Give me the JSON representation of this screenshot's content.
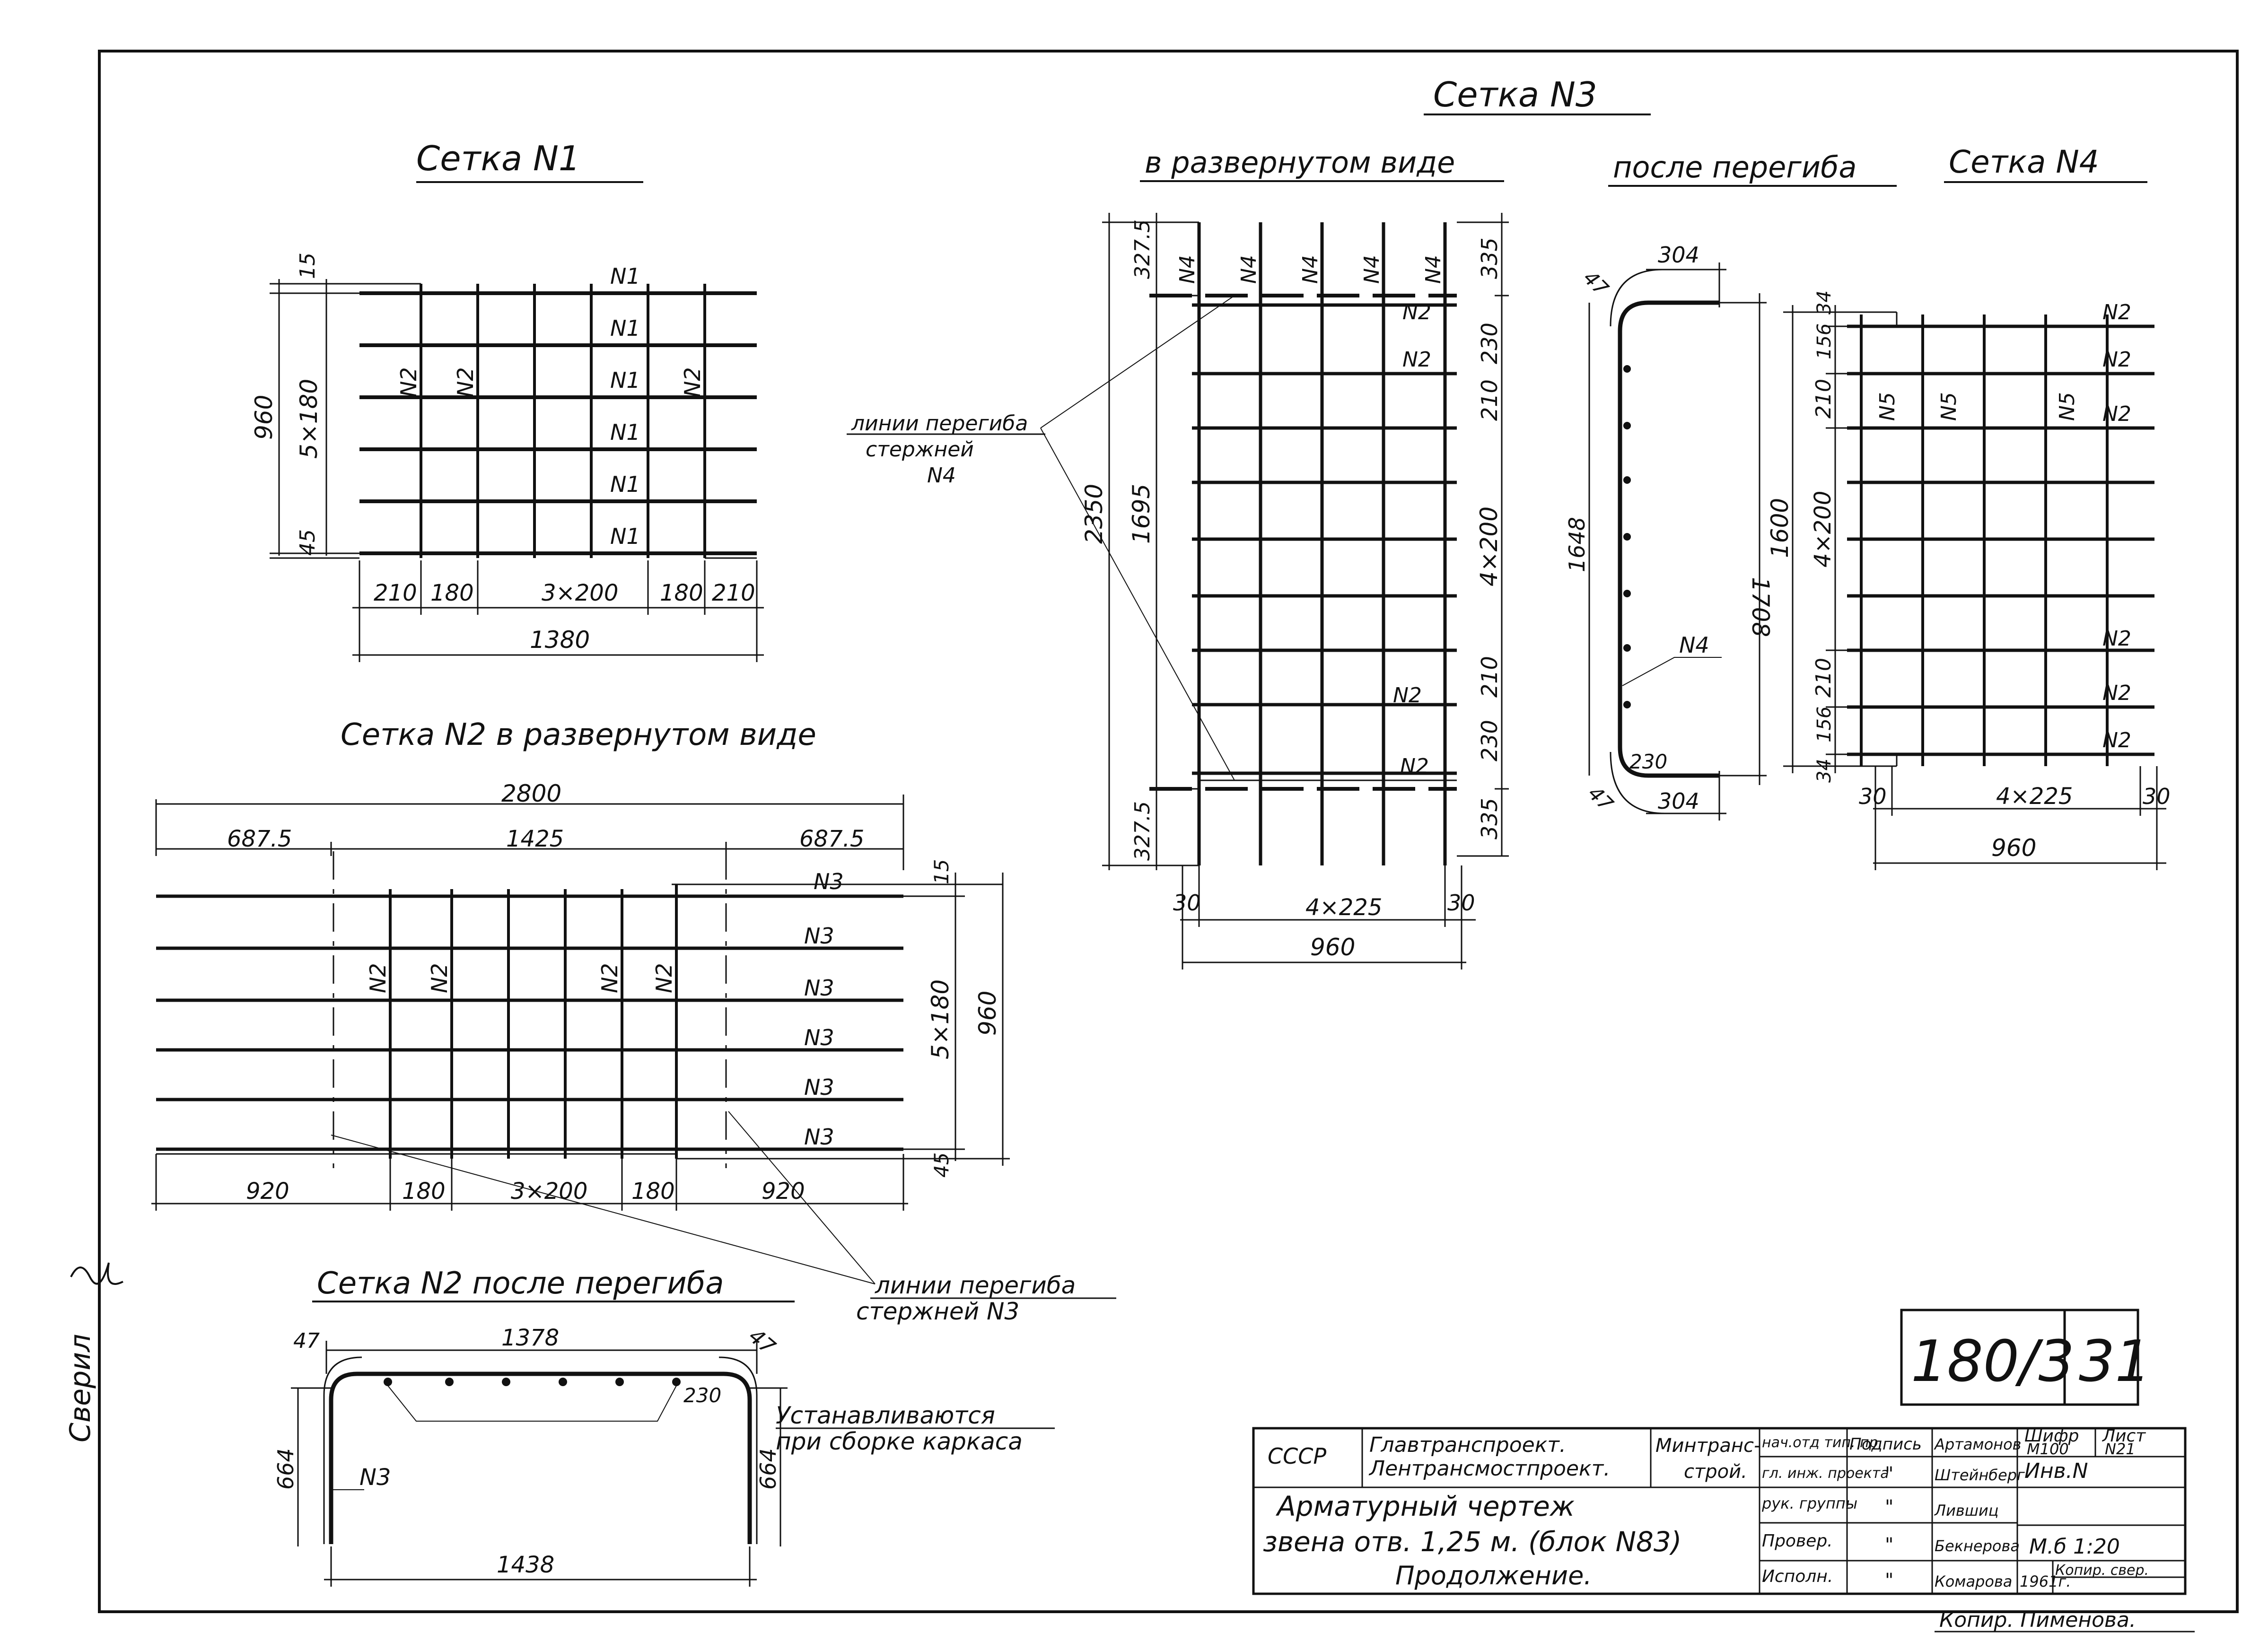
{
  "mesh1": {
    "title": "Сетка N1",
    "bar_h": [
      "N1",
      "N1",
      "N1",
      "N1",
      "N1",
      "N1"
    ],
    "bar_v": [
      "N2",
      "N2",
      "N2"
    ],
    "dim_top": "15",
    "dim_bottom": "45",
    "dim_mid": "5×180",
    "dim_total": "960",
    "dims_x": [
      "210",
      "180",
      "3×200",
      "180",
      "210"
    ],
    "dim_x_total": "1380"
  },
  "mesh2_flat": {
    "title": "Сетка N2 в развернутом виде",
    "dim_total": "2800",
    "dims_top": [
      "687.5",
      "1425",
      "687.5"
    ],
    "bar_h": [
      "N3",
      "N3",
      "N3",
      "N3",
      "N3",
      "N3"
    ],
    "bar_v": [
      "N2",
      "N2",
      "N2",
      "N2"
    ],
    "dim_right_top": "15",
    "dim_right_mid": "5×180",
    "dim_right_total": "960",
    "dim_right_bottom": "45",
    "dims_bottom": [
      "920",
      "180",
      "3×200",
      "180",
      "920"
    ]
  },
  "mesh2_bent": {
    "title": "Сетка N2 после перегиба",
    "dim_top": "1378",
    "dim_r_left": "47",
    "dim_r_right": "47",
    "dim_side_left": "664",
    "dim_side_right": "664",
    "dim_bottom": "1438",
    "dim_inner": "230",
    "bar": "N3",
    "note_lines": [
      "Устанавливаются",
      "при сборке каркаса"
    ]
  },
  "bend_note_n3": [
    "линии перегиба",
    "стержней N3"
  ],
  "bend_note_n4": [
    "линии перегиба",
    "стержней",
    "N4"
  ],
  "mesh3": {
    "title": "Сетка N3",
    "flat_subtitle": "в развернутом виде",
    "bent_subtitle": "после перегиба",
    "bar_v": [
      "N4",
      "N4",
      "N4",
      "N4",
      "N4"
    ],
    "bar_h_top": [
      "N2",
      "N2"
    ],
    "bar_h_bottom": [
      "N2",
      "N2"
    ],
    "dims_right": [
      "335",
      "230",
      "210",
      "4×200",
      "210",
      "230",
      "335"
    ],
    "dim_left_top": "327.5",
    "dim_left_bottom": "327.5",
    "dim_left_mid": "1695",
    "dim_left_total": "2350",
    "dims_bottom": [
      "30",
      "4×225",
      "30"
    ],
    "dim_bottom_total": "960",
    "bent_dims": [
      "47",
      "304",
      "1648",
      "1708",
      "304",
      "47",
      "230"
    ],
    "bent_bar": "N4"
  },
  "mesh4": {
    "title": "Сетка N4",
    "bar_h_top": [
      "N2",
      "N2",
      "N2"
    ],
    "bar_h_bottom": [
      "N2",
      "N2",
      "N2"
    ],
    "bar_v": [
      "N5",
      "N5",
      "N5"
    ],
    "dims_left": [
      "34",
      "156",
      "210",
      "4×200",
      "210",
      "156",
      "34"
    ],
    "dim_left_total": "1600",
    "dims_bottom": [
      "30",
      "4×225",
      "30"
    ],
    "dim_bottom_total": "960"
  },
  "stamp": {
    "sheet_code": "180/3",
    "sheet_no": "31",
    "org_country": "СССР",
    "org_lines": [
      "Главтранспроект.",
      "Лентрансмостпроект."
    ],
    "ministry": [
      "Минтранс-",
      "строй."
    ],
    "roles": [
      "нач.отд тип. пр.",
      "гл. инж. проекта",
      "рук. группы",
      "Провер.",
      "Исполн."
    ],
    "sign_header": "Подпись",
    "sign_marks": [
      "\"",
      "\"",
      "\"",
      "\""
    ],
    "names": [
      "Артамонов",
      "Штейнберг",
      "Лившиц",
      "Бекнерова",
      "Комарова"
    ],
    "title_lines": [
      "Арматурный чертеж",
      "звена отв. 1,25 м. (блок N83)",
      "Продолжение."
    ],
    "cipher_label": "Шифр",
    "cipher_value": "М100",
    "list_label": "Лист",
    "list_value": "N21",
    "inv_label": "Инв.N",
    "scale": "М.б 1:20",
    "year": "1961г.",
    "copy_label": "Копир. свер.",
    "copy_by": "Копир. Пименова."
  },
  "margin_note": "Сверил"
}
